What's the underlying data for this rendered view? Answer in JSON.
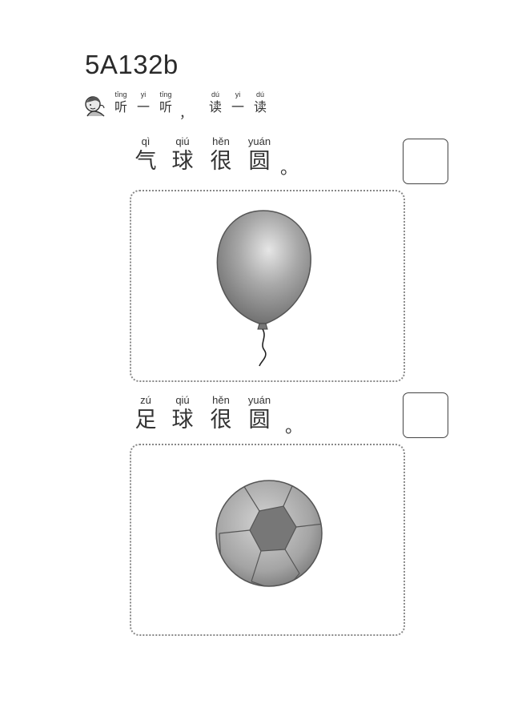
{
  "worksheet_code": "5A132b",
  "instruction": {
    "icon": "child-listening-icon",
    "words": [
      {
        "pinyin": "tīng",
        "hanzi": "听"
      },
      {
        "pinyin": "yi",
        "hanzi": "一"
      },
      {
        "pinyin": "tīng",
        "hanzi": "听"
      },
      {
        "pinyin": "",
        "hanzi": "，"
      },
      {
        "pinyin": "dú",
        "hanzi": "读"
      },
      {
        "pinyin": "yi",
        "hanzi": "一"
      },
      {
        "pinyin": "dú",
        "hanzi": "读"
      }
    ]
  },
  "items": [
    {
      "words": [
        {
          "pinyin": "qì",
          "hanzi": "气"
        },
        {
          "pinyin": "qiú",
          "hanzi": "球"
        },
        {
          "pinyin": "hěn",
          "hanzi": "很"
        },
        {
          "pinyin": "yuán",
          "hanzi": "圆"
        }
      ],
      "end_mark": "。",
      "picture": "balloon-illustration"
    },
    {
      "words": [
        {
          "pinyin": "zú",
          "hanzi": "足"
        },
        {
          "pinyin": "qiú",
          "hanzi": "球"
        },
        {
          "pinyin": "hěn",
          "hanzi": "很"
        },
        {
          "pinyin": "yuán",
          "hanzi": "圆"
        }
      ],
      "end_mark": "。",
      "picture": "soccer-ball-illustration"
    }
  ]
}
